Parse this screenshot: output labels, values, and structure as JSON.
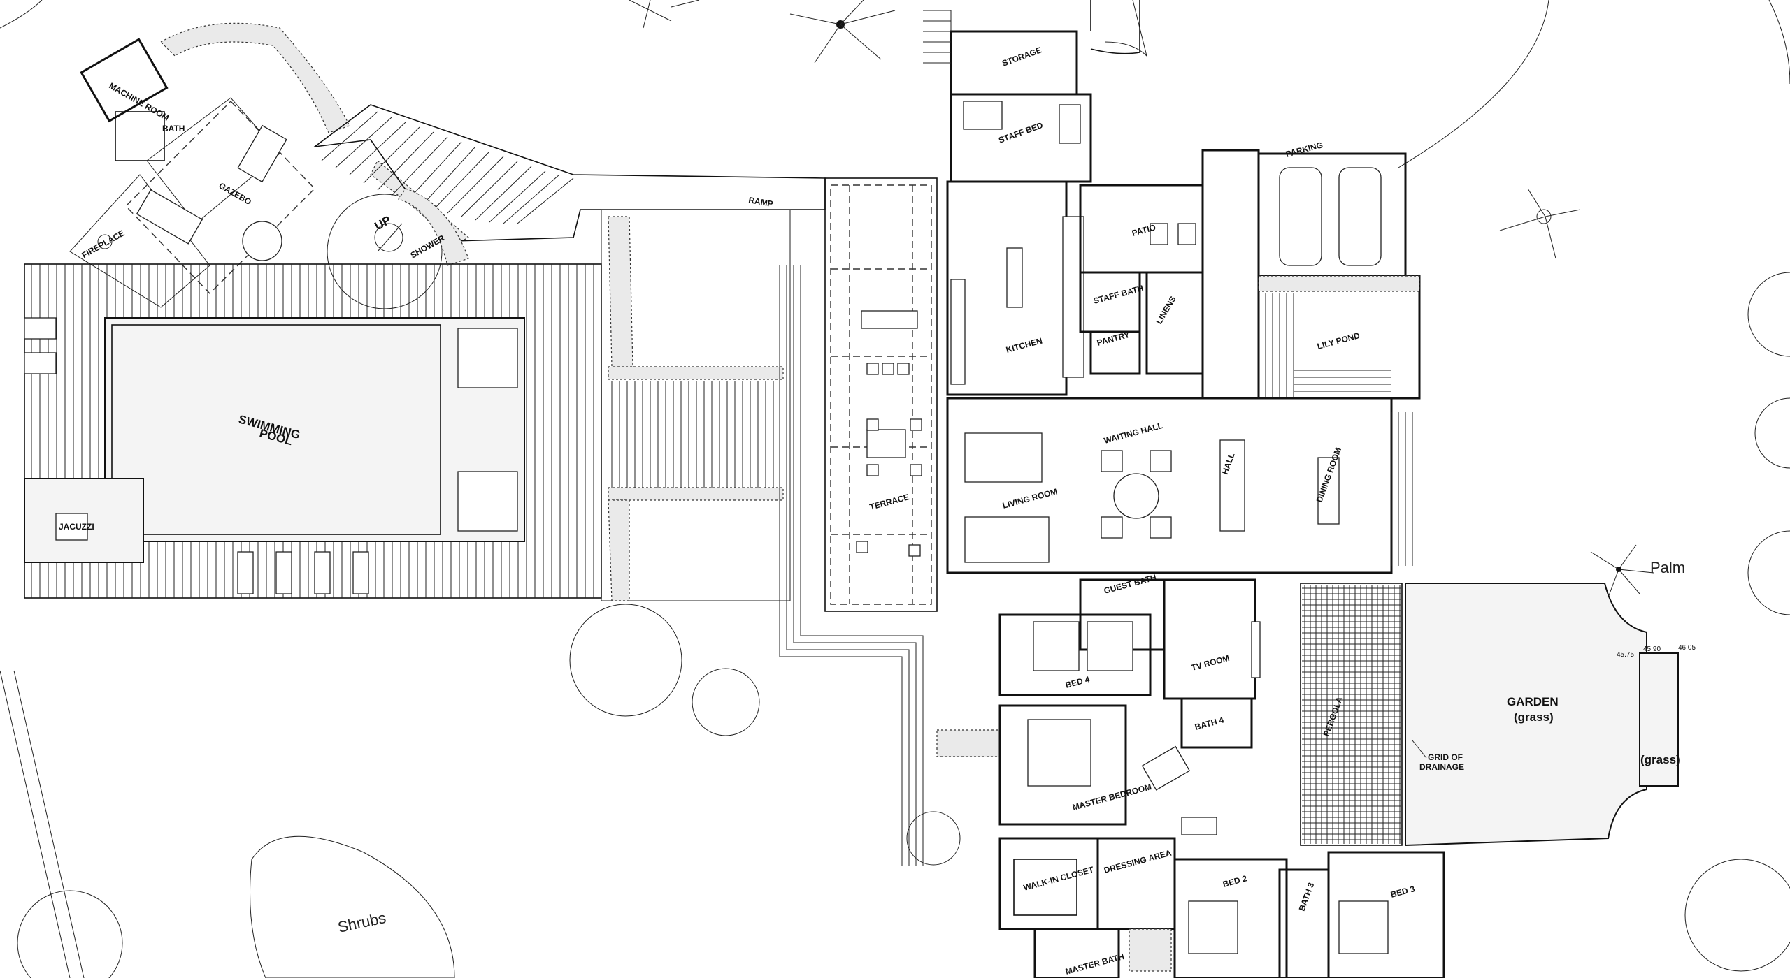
{
  "plan": {
    "rooms": {
      "storage": "STORAGE",
      "staff_bed": "STAFF BED",
      "parking": "PARKING",
      "patio": "PATIO",
      "staff_bath": "STAFF BATH",
      "linens": "LINENS",
      "pantry": "PANTRY",
      "kitchen": "KITCHEN",
      "lily_pond": "LILY POND",
      "waiting_hall": "WAITING HALL",
      "hall": "HALL",
      "dining_room": "DINING ROOM",
      "living_room": "LIVING ROOM",
      "terrace": "TERRACE",
      "guest_bath": "GUEST BATH",
      "tv_room": "TV ROOM",
      "bed_4": "BED 4",
      "bath_4": "BATH 4",
      "pergola": "PERGOLA",
      "master_bedroom": "MASTER BEDROOM",
      "walk_in_closet": "WALK-IN CLOSET",
      "dressing_area": "DRESSING AREA",
      "bed_2": "BED 2",
      "bath_3": "BATH 3",
      "bed_3": "BED 3",
      "master_bath": "MASTER BATH",
      "machine_room": "MACHINE ROOM",
      "bath": "BATH",
      "gazebo": "GAZEBO",
      "fireplace": "FIREPLACE",
      "shower": "SHOWER",
      "ramp": "RAMP",
      "swimming_pool_1": "SWIMMING",
      "swimming_pool_2": "POOL",
      "jacuzzi": "JACUZZI",
      "garden": "GARDEN",
      "garden_grass": "(grass)",
      "grass_strip": "(grass)",
      "grid_of_drainage_1": "GRID OF",
      "grid_of_drainage_2": "DRAINAGE",
      "up": "UP"
    },
    "labels": {
      "palm": "Palm",
      "shrubs": "Shrubs"
    },
    "levels": {
      "l1": "45.75",
      "l2": "45.90",
      "l3": "46.05"
    }
  }
}
